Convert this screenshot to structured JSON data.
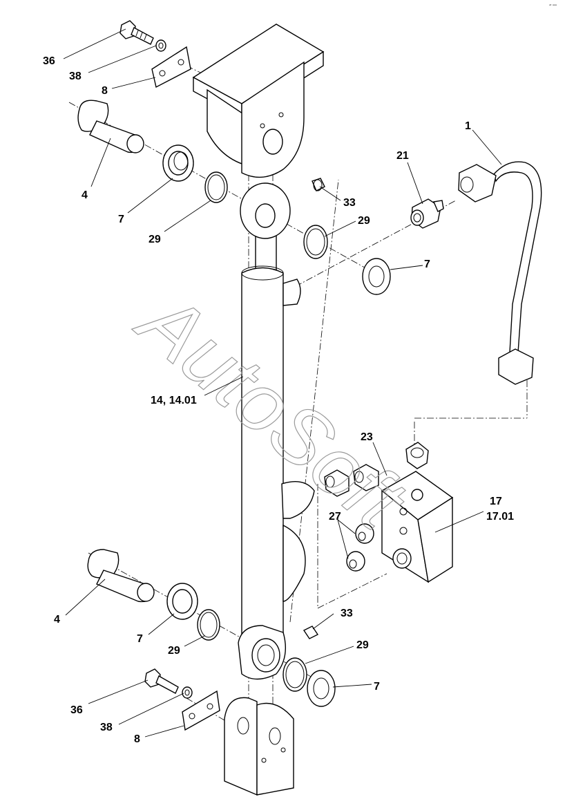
{
  "diagram": {
    "watermark": "AutoSoft",
    "corner_mark": "ᵃᵗ ᵃᵃᵃ",
    "callouts": [
      {
        "id": "c36a",
        "text": "36"
      },
      {
        "id": "c38a",
        "text": "38"
      },
      {
        "id": "c8a",
        "text": "8"
      },
      {
        "id": "c4a",
        "text": "4"
      },
      {
        "id": "c7a",
        "text": "7"
      },
      {
        "id": "c29a",
        "text": "29"
      },
      {
        "id": "c33a",
        "text": "33"
      },
      {
        "id": "c29b",
        "text": "29"
      },
      {
        "id": "c7b",
        "text": "7"
      },
      {
        "id": "c21",
        "text": "21"
      },
      {
        "id": "c1",
        "text": "1"
      },
      {
        "id": "c14",
        "text": "14, 14.01"
      },
      {
        "id": "c23",
        "text": "23"
      },
      {
        "id": "c17",
        "text": "17"
      },
      {
        "id": "c1701",
        "text": "17.01"
      },
      {
        "id": "c27",
        "text": "27"
      },
      {
        "id": "c4b",
        "text": "4"
      },
      {
        "id": "c33b",
        "text": "33"
      },
      {
        "id": "c7c",
        "text": "7"
      },
      {
        "id": "c29c",
        "text": "29"
      },
      {
        "id": "c29d",
        "text": "29"
      },
      {
        "id": "c7d",
        "text": "7"
      },
      {
        "id": "c36b",
        "text": "36"
      },
      {
        "id": "c38b",
        "text": "38"
      },
      {
        "id": "c8b",
        "text": "8"
      }
    ]
  }
}
